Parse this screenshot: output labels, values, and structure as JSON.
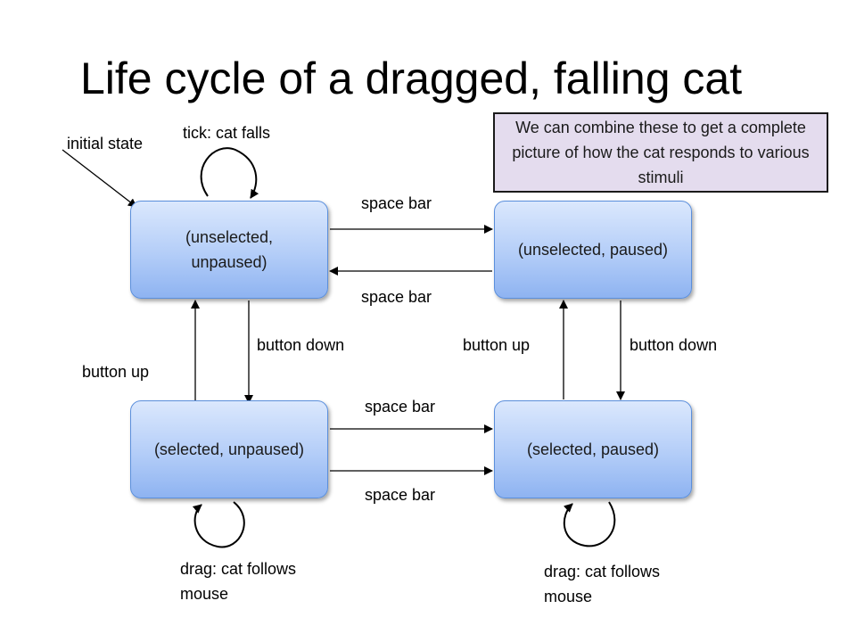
{
  "title": "Life cycle of a dragged, falling cat",
  "note": "We can combine these to get a complete picture of how the cat responds to various stimuli",
  "states": {
    "unselected_unpaused": "(unselected, unpaused)",
    "unselected_paused": "(unselected, paused)",
    "selected_unpaused": "(selected, unpaused)",
    "selected_paused": "(selected, paused)"
  },
  "labels": {
    "initial_state": "initial state",
    "tick": "tick: cat falls",
    "space_top_1": "space bar",
    "space_top_2": "space bar",
    "space_bottom_1": "space bar",
    "space_bottom_2": "space bar",
    "button_down_left": "button down",
    "button_up_left": "button up",
    "button_up_right": "button up",
    "button_down_right": "button down",
    "drag_left": "drag: cat follows mouse",
    "drag_right": "drag: cat follows mouse"
  },
  "colors": {
    "state_fill": "#b3cdf8",
    "state_border": "#5b8fdc",
    "note_fill": "#e4dcee"
  }
}
